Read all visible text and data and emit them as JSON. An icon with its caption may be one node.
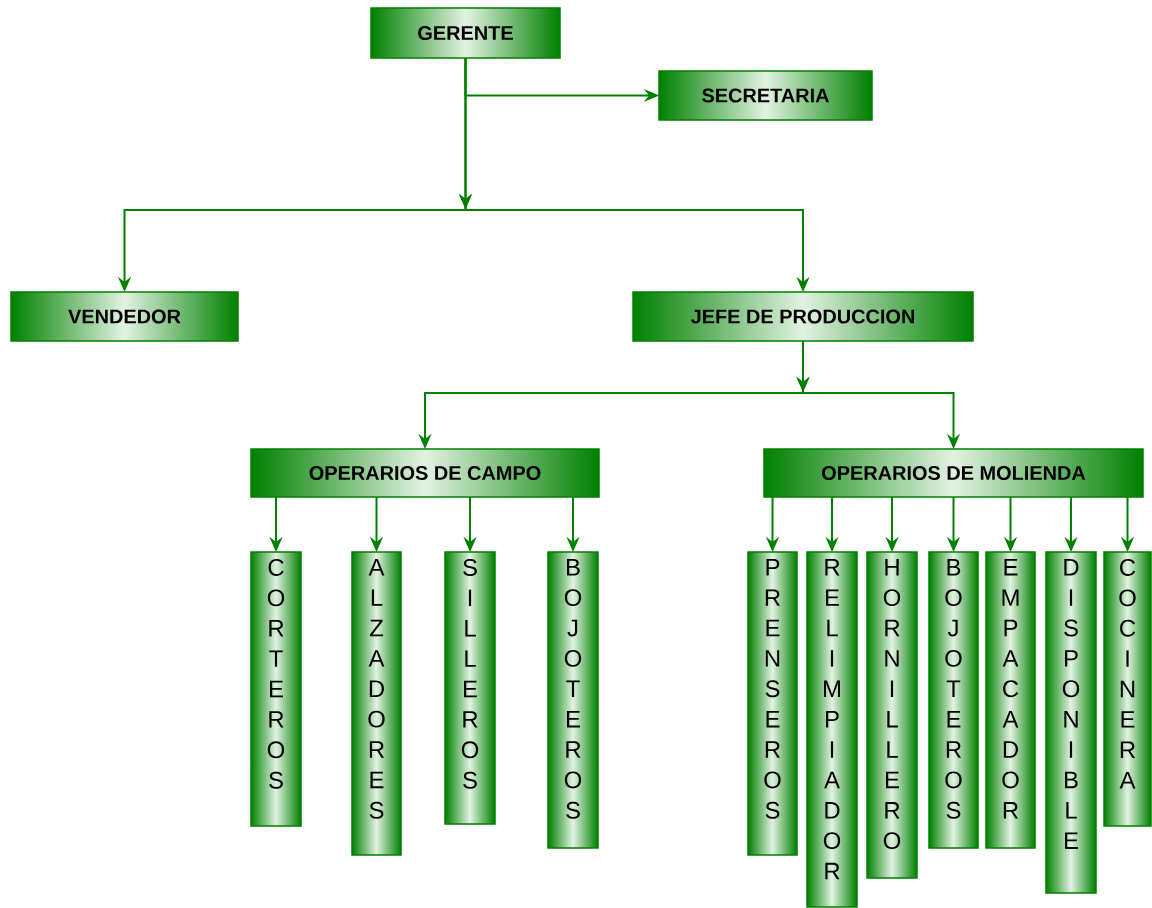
{
  "diagram": {
    "nodes": [
      {
        "text": [
          "GERENTE"
        ]
      },
      {
        "text": [
          "SECRETARIA"
        ]
      },
      {
        "text": [
          "VENDEDOR"
        ]
      },
      {
        "text": [
          "JEFE DE PRODUCCION"
        ]
      },
      {
        "text": [
          "OPERARIOS DE CAMPO"
        ]
      },
      {
        "text": [
          "OPERARIOS DE MOLIENDA"
        ]
      },
      {
        "text": [
          "CORTEROS"
        ]
      },
      {
        "text": [
          "ALZADORES"
        ]
      },
      {
        "text": [
          "SILLEROS"
        ]
      },
      {
        "text": [
          "BOJOTEROS"
        ]
      },
      {
        "text": [
          "PRENSEROS"
        ]
      },
      {
        "text": [
          "RELIMPIADOR"
        ]
      },
      {
        "text": [
          "HORNILLERO"
        ]
      },
      {
        "text": [
          "BOJOTEROS"
        ]
      },
      {
        "text": [
          "EMPACADOR"
        ]
      },
      {
        "text": [
          "DISPONIBLE"
        ]
      },
      {
        "text": [
          "COCINERA"
        ]
      }
    ],
    "edges": [
      {
        "from": 0,
        "to": 1,
        "arrow": "to"
      },
      {
        "from": 0,
        "to": 2,
        "arrow": "to"
      },
      {
        "from": 0,
        "to": 3,
        "arrow": "to"
      },
      {
        "from": 3,
        "to": 4,
        "arrow": "to"
      },
      {
        "from": 3,
        "to": 5,
        "arrow": "to"
      },
      {
        "from": 4,
        "to": 6,
        "arrow": "to"
      },
      {
        "from": 4,
        "to": 7,
        "arrow": "to"
      },
      {
        "from": 4,
        "to": 8,
        "arrow": "to"
      },
      {
        "from": 4,
        "to": 9,
        "arrow": "to"
      },
      {
        "from": 5,
        "to": 10,
        "arrow": "to"
      },
      {
        "from": 5,
        "to": 11,
        "arrow": "to"
      },
      {
        "from": 5,
        "to": 12,
        "arrow": "to"
      },
      {
        "from": 5,
        "to": 13,
        "arrow": "to"
      },
      {
        "from": 5,
        "to": 14,
        "arrow": "to"
      },
      {
        "from": 5,
        "to": 15,
        "arrow": "to"
      },
      {
        "from": 5,
        "to": 16,
        "arrow": "to"
      }
    ]
  }
}
